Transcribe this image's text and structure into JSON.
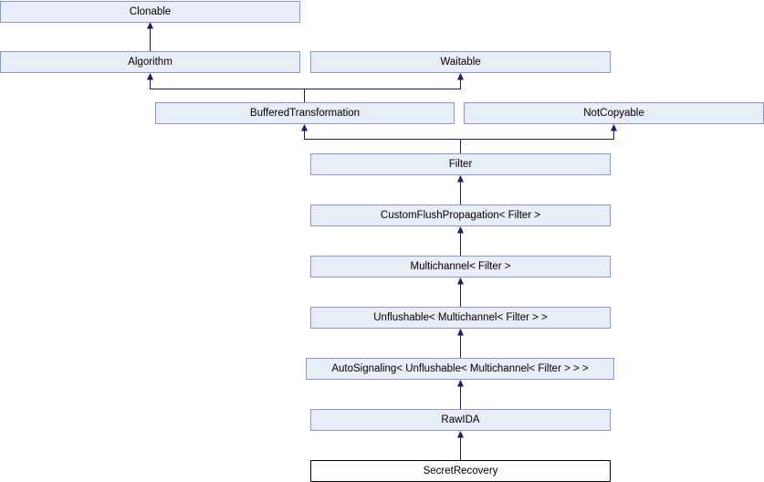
{
  "diagram": {
    "kind": "class-inheritance-graph",
    "colors": {
      "background": "#ffffff",
      "node_fill": "#e8edf7",
      "node_border": "#8a9ac8",
      "node_text": "#000000",
      "edge": "#191970",
      "current_node_fill": "#ffffff",
      "current_node_border": "#000000"
    },
    "nodes": [
      {
        "id": "clonable",
        "label": "Clonable",
        "current": false
      },
      {
        "id": "algorithm",
        "label": "Algorithm",
        "current": false
      },
      {
        "id": "waitable",
        "label": "Waitable",
        "current": false
      },
      {
        "id": "buffered-transformation",
        "label": "BufferedTransformation",
        "current": false
      },
      {
        "id": "not-copyable",
        "label": "NotCopyable",
        "current": false
      },
      {
        "id": "filter",
        "label": "Filter",
        "current": false
      },
      {
        "id": "custom-flush-propagation",
        "label": "CustomFlushPropagation< Filter >",
        "current": false
      },
      {
        "id": "multichannel",
        "label": "Multichannel< Filter >",
        "current": false
      },
      {
        "id": "unflushable",
        "label": "Unflushable< Multichannel< Filter > >",
        "current": false
      },
      {
        "id": "auto-signaling",
        "label": "AutoSignaling< Unflushable< Multichannel< Filter > > >",
        "current": false
      },
      {
        "id": "raw-ida",
        "label": "RawIDA",
        "current": false
      },
      {
        "id": "secret-recovery",
        "label": "SecretRecovery",
        "current": true
      }
    ],
    "edges": [
      {
        "from": "Algorithm",
        "to": "Clonable"
      },
      {
        "from": "BufferedTransformation",
        "to": "Algorithm"
      },
      {
        "from": "BufferedTransformation",
        "to": "Waitable"
      },
      {
        "from": "Filter",
        "to": "BufferedTransformation"
      },
      {
        "from": "Filter",
        "to": "NotCopyable"
      },
      {
        "from": "CustomFlushPropagation< Filter >",
        "to": "Filter"
      },
      {
        "from": "Multichannel< Filter >",
        "to": "CustomFlushPropagation< Filter >"
      },
      {
        "from": "Unflushable< Multichannel< Filter > >",
        "to": "Multichannel< Filter >"
      },
      {
        "from": "AutoSignaling< Unflushable< Multichannel< Filter > > >",
        "to": "Unflushable< Multichannel< Filter > >"
      },
      {
        "from": "RawIDA",
        "to": "AutoSignaling< Unflushable< Multichannel< Filter > > >"
      },
      {
        "from": "SecretRecovery",
        "to": "RawIDA"
      }
    ]
  }
}
